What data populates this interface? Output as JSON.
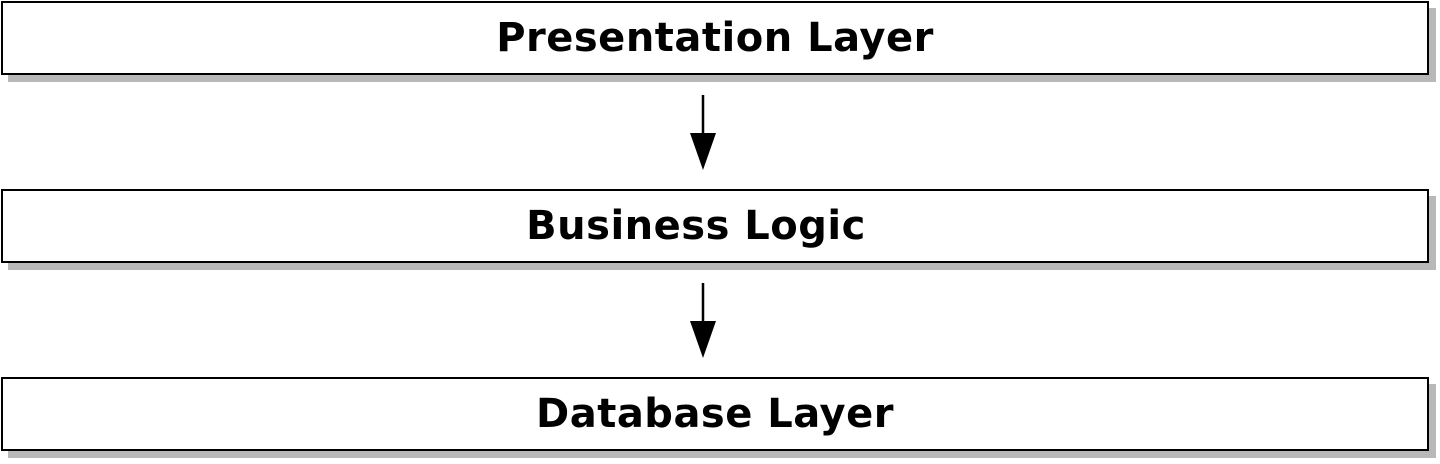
{
  "diagram": {
    "layers": [
      {
        "label": "Presentation Layer"
      },
      {
        "label": "Business Logic"
      },
      {
        "label": "Database Layer"
      }
    ],
    "arrows": [
      {
        "from": "Presentation Layer",
        "to": "Business Logic"
      },
      {
        "from": "Business Logic",
        "to": "Database Layer"
      }
    ],
    "colors": {
      "border": "#000000",
      "shadow": "#b8b8b8",
      "background": "#ffffff",
      "text": "#000000"
    }
  }
}
